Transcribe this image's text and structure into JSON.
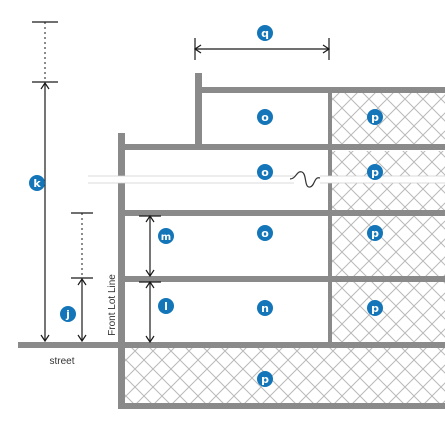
{
  "colors": {
    "wall": "#8a8a8a",
    "badge": "#1476b8",
    "line": "#1a1a1a",
    "hatch": "#b9b9b9",
    "background": "#ffffff"
  },
  "labels": {
    "street": "street",
    "front_lot_line": "Front Lot Line"
  },
  "badges": {
    "q": "q",
    "k": "k",
    "j": "j",
    "m": "m",
    "l": "l",
    "o_top": "o",
    "o_mid": "o",
    "o_lower": "o",
    "n": "n",
    "p_r1": "p",
    "p_r2": "p",
    "p_r3": "p",
    "p_r4": "p",
    "p_base": "p"
  },
  "icons": {
    "break_mark": "squiggle-break-icon"
  }
}
